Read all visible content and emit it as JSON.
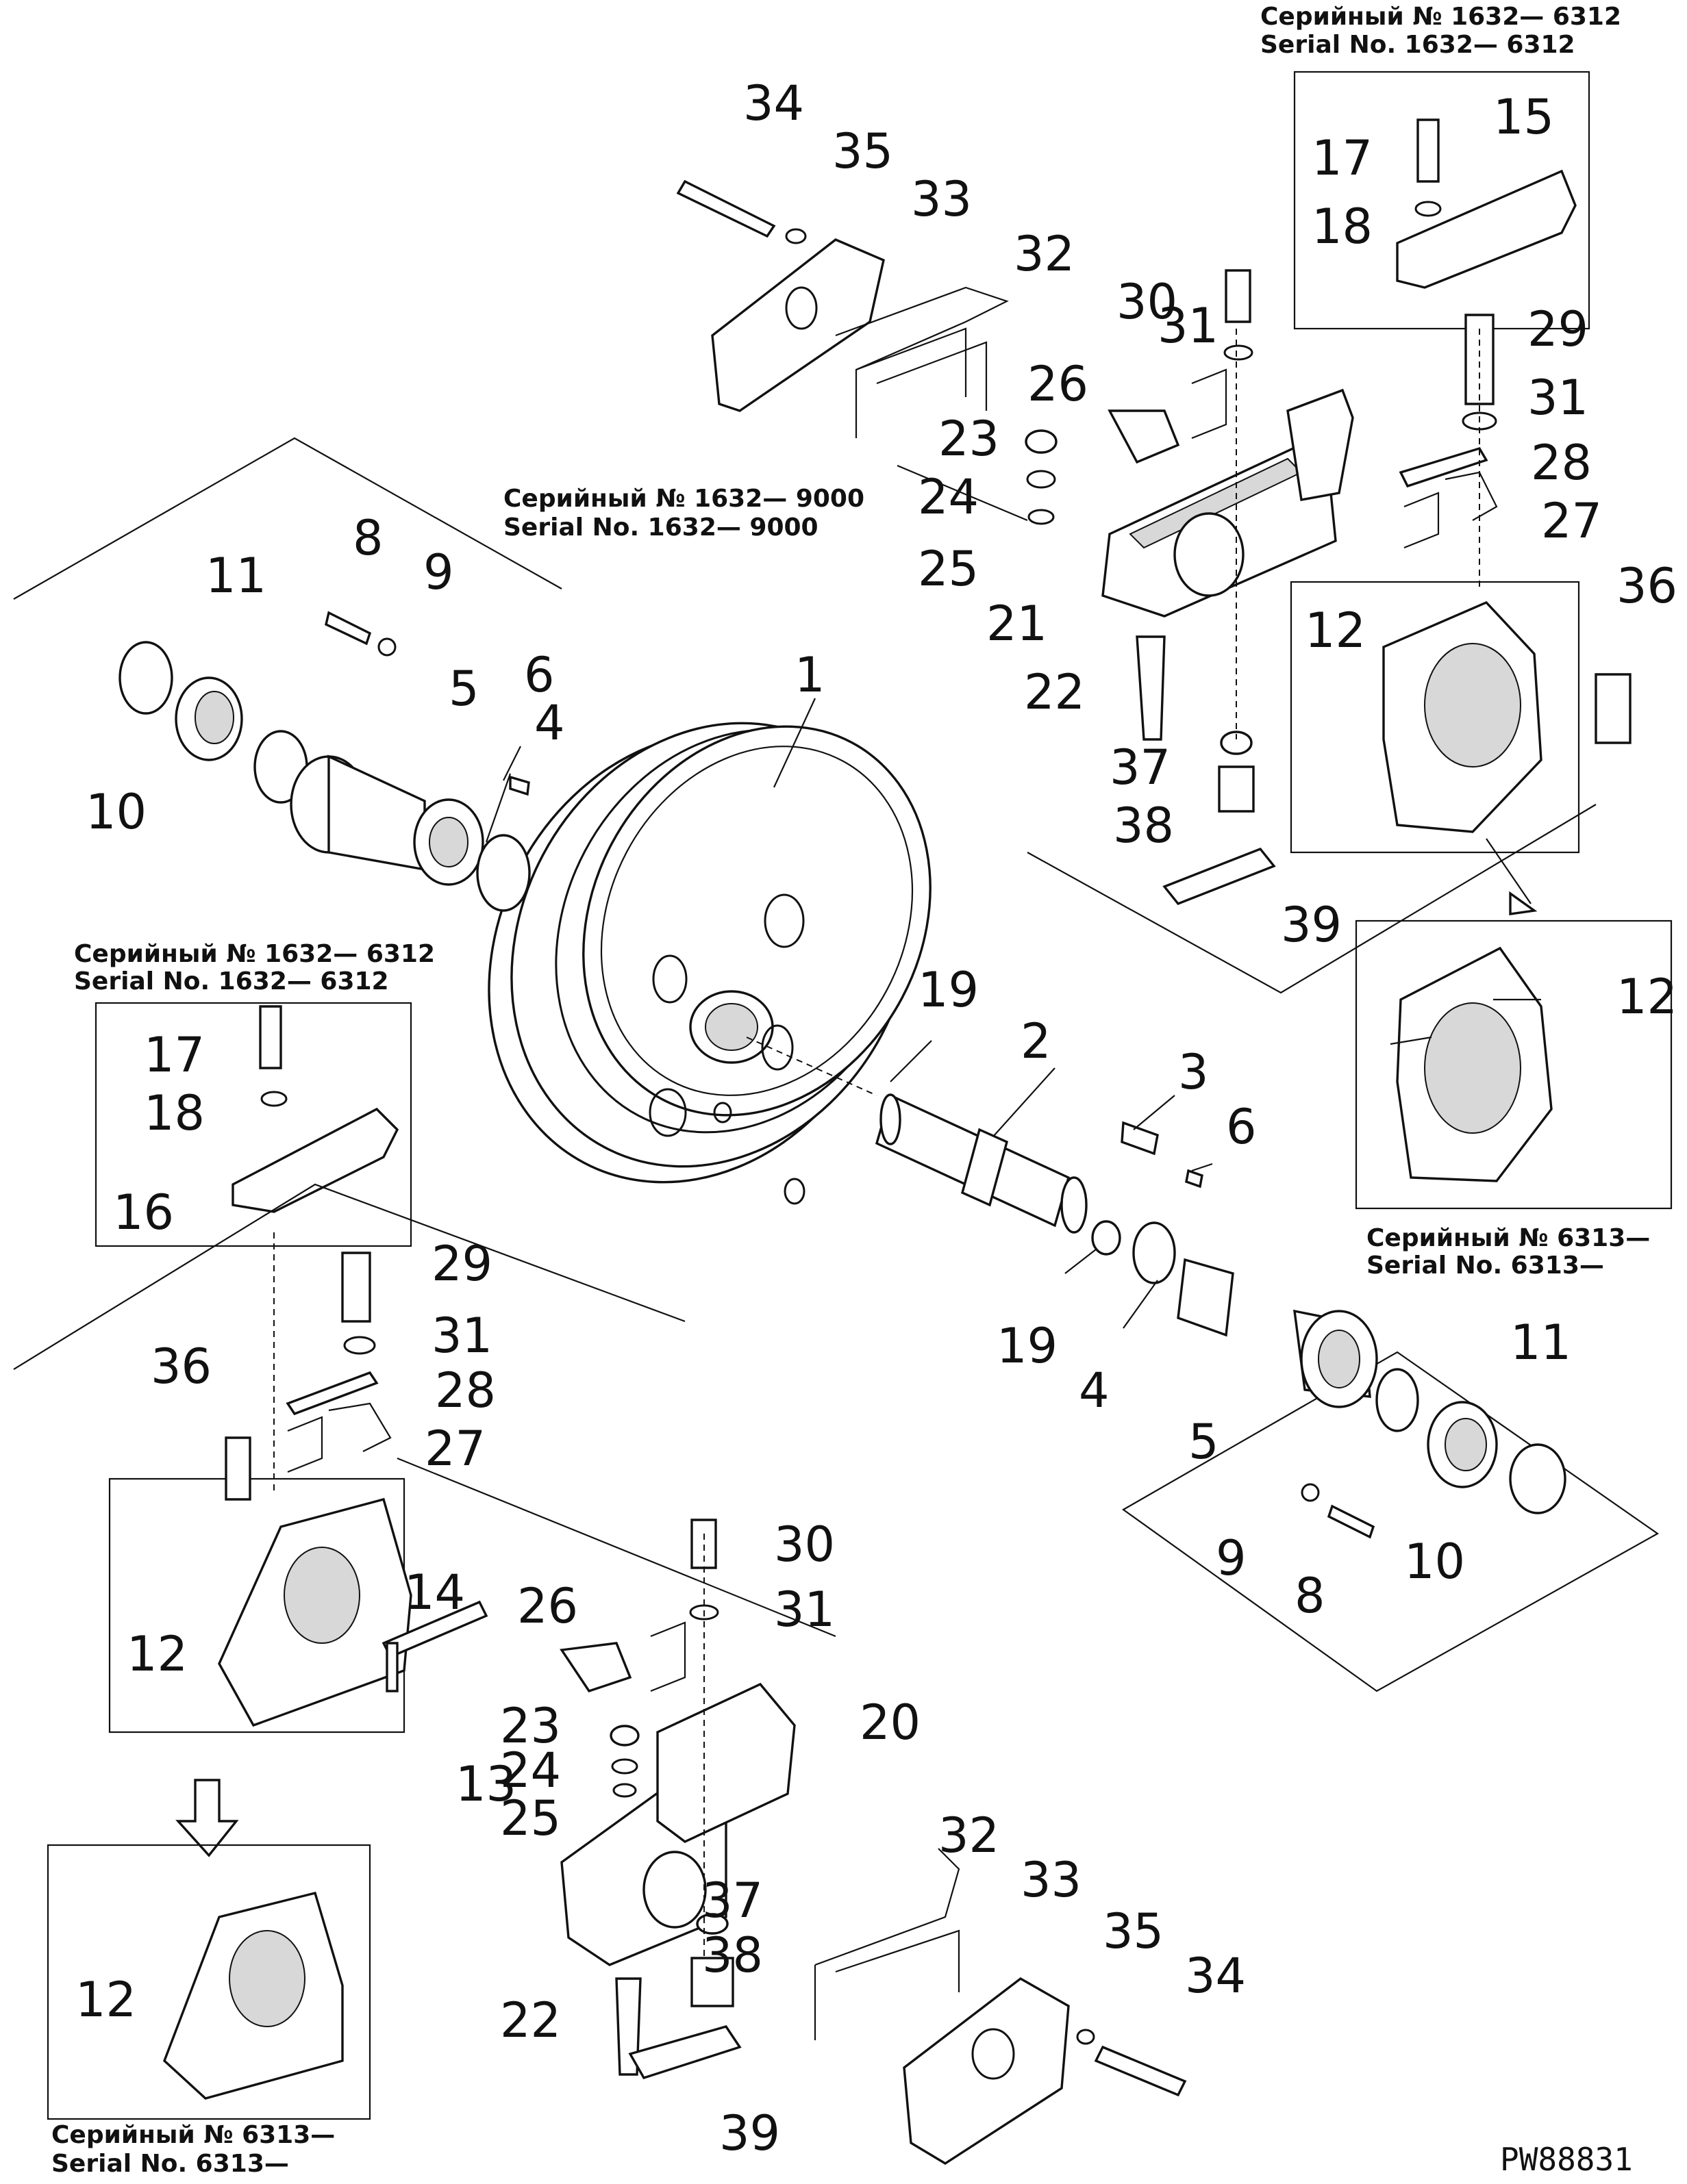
{
  "drawing_code": "PW88831",
  "serial_notes": {
    "top_right_ru": "Серийный № 1632— 6312",
    "top_right_en": "Serial No. 1632— 6312",
    "mid_ru": "Серийный № 1632— 9000",
    "mid_en": "Serial No. 1632— 9000",
    "left_ru": "Серийный № 1632— 6312",
    "left_en": "Serial No. 1632— 6312",
    "right_ru": "Серийный № 6313—",
    "right_en": "Serial No. 6313—",
    "bottom_left_ru": "Серийный № 6313—",
    "bottom_left_en": "Serial No. 6313—"
  },
  "callouts": [
    "1",
    "2",
    "3",
    "4",
    "5",
    "6",
    "8",
    "9",
    "10",
    "11",
    "12",
    "13",
    "14",
    "15",
    "16",
    "17",
    "18",
    "19",
    "20",
    "21",
    "22",
    "23",
    "24",
    "25",
    "26",
    "27",
    "28",
    "29",
    "30",
    "31",
    "32",
    "33",
    "34",
    "35",
    "36",
    "37",
    "38",
    "39"
  ]
}
